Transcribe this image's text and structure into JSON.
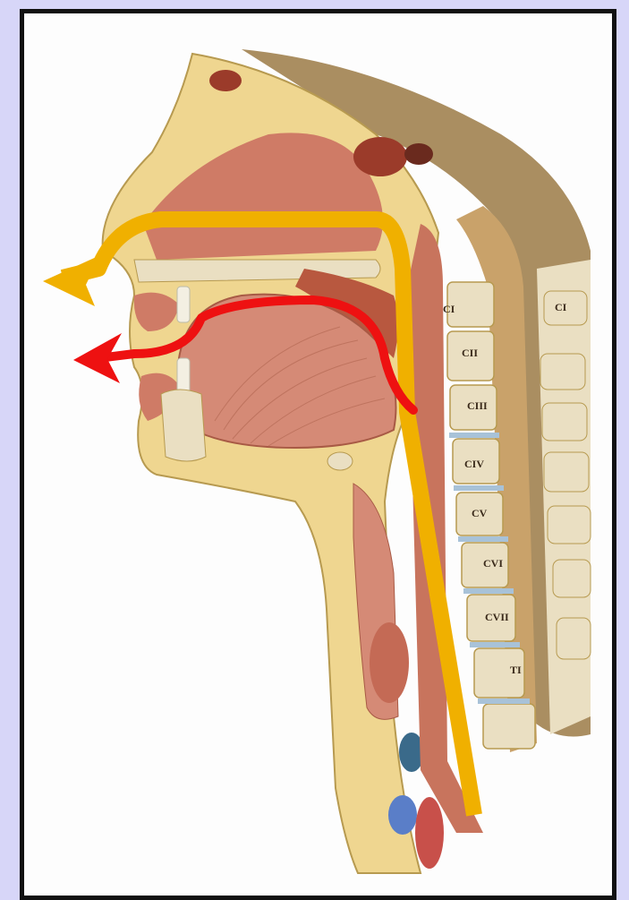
{
  "figure": {
    "vertebrae_labels": [
      "CI",
      "CII",
      "CIII",
      "CIV",
      "CV",
      "CVI",
      "CVII",
      "TI"
    ],
    "posterior_label": "CI",
    "colors": {
      "background": "#d7d6f8",
      "frame": "#111111",
      "nasal_airflow_arrow": "#f0b000",
      "oral_airflow_arrow": "#ee1111",
      "tissue_red": "#c46a55",
      "bone": "#e9dcb4",
      "fat_yellow": "#ecd070",
      "skin_brown": "#8a6a3c"
    }
  }
}
